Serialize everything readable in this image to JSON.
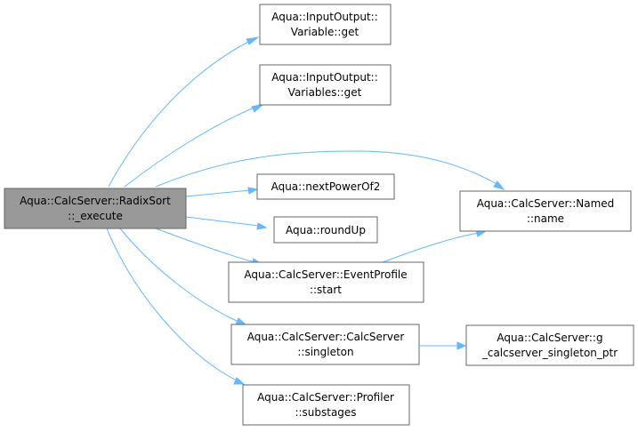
{
  "graph": {
    "nodes": [
      {
        "id": "root",
        "lines": [
          "Aqua::CalcServer::RadixSort",
          "::_execute"
        ],
        "highlighted": true
      },
      {
        "id": "var_get",
        "lines": [
          "Aqua::InputOutput::",
          "Variable::get"
        ]
      },
      {
        "id": "vars_get",
        "lines": [
          "Aqua::InputOutput::",
          "Variables::get"
        ]
      },
      {
        "id": "next_pow2",
        "lines": [
          "Aqua::nextPowerOf2"
        ]
      },
      {
        "id": "round_up",
        "lines": [
          "Aqua::roundUp"
        ]
      },
      {
        "id": "evt_start",
        "lines": [
          "Aqua::CalcServer::EventProfile",
          "::start"
        ]
      },
      {
        "id": "singleton",
        "lines": [
          "Aqua::CalcServer::CalcServer",
          "::singleton"
        ]
      },
      {
        "id": "substages",
        "lines": [
          "Aqua::CalcServer::Profiler",
          "::substages"
        ]
      },
      {
        "id": "named_name",
        "lines": [
          "Aqua::CalcServer::Named",
          "::name"
        ]
      },
      {
        "id": "g_ptr",
        "lines": [
          "Aqua::CalcServer::g",
          "_calcserver_singleton_ptr"
        ]
      }
    ],
    "edges": [
      {
        "from": "root",
        "to": "var_get"
      },
      {
        "from": "root",
        "to": "vars_get"
      },
      {
        "from": "root",
        "to": "named_name"
      },
      {
        "from": "root",
        "to": "next_pow2"
      },
      {
        "from": "root",
        "to": "round_up"
      },
      {
        "from": "root",
        "to": "evt_start"
      },
      {
        "from": "root",
        "to": "singleton"
      },
      {
        "from": "root",
        "to": "substages"
      },
      {
        "from": "evt_start",
        "to": "named_name"
      },
      {
        "from": "singleton",
        "to": "g_ptr"
      }
    ],
    "colors": {
      "edge": "#63b8ff",
      "node_border": "#666666",
      "root_fill": "#999999",
      "node_fill": "#ffffff"
    }
  }
}
